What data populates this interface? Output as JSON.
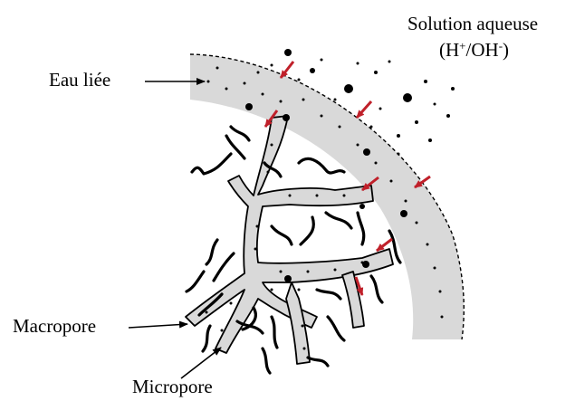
{
  "labels": {
    "solution": "Solution aqueuse",
    "ion_h": "H",
    "ion_h_charge": "+",
    "ion_sep": "/OH",
    "ion_oh_charge": "-",
    "ion_open": "(",
    "ion_close": ")",
    "eau_liee": "Eau liée",
    "macropore": "Macropore",
    "micropore": "Micropore"
  },
  "colors": {
    "bound_water": "#d9d9d9",
    "arrow": "#c0202a",
    "ink": "#000000"
  }
}
